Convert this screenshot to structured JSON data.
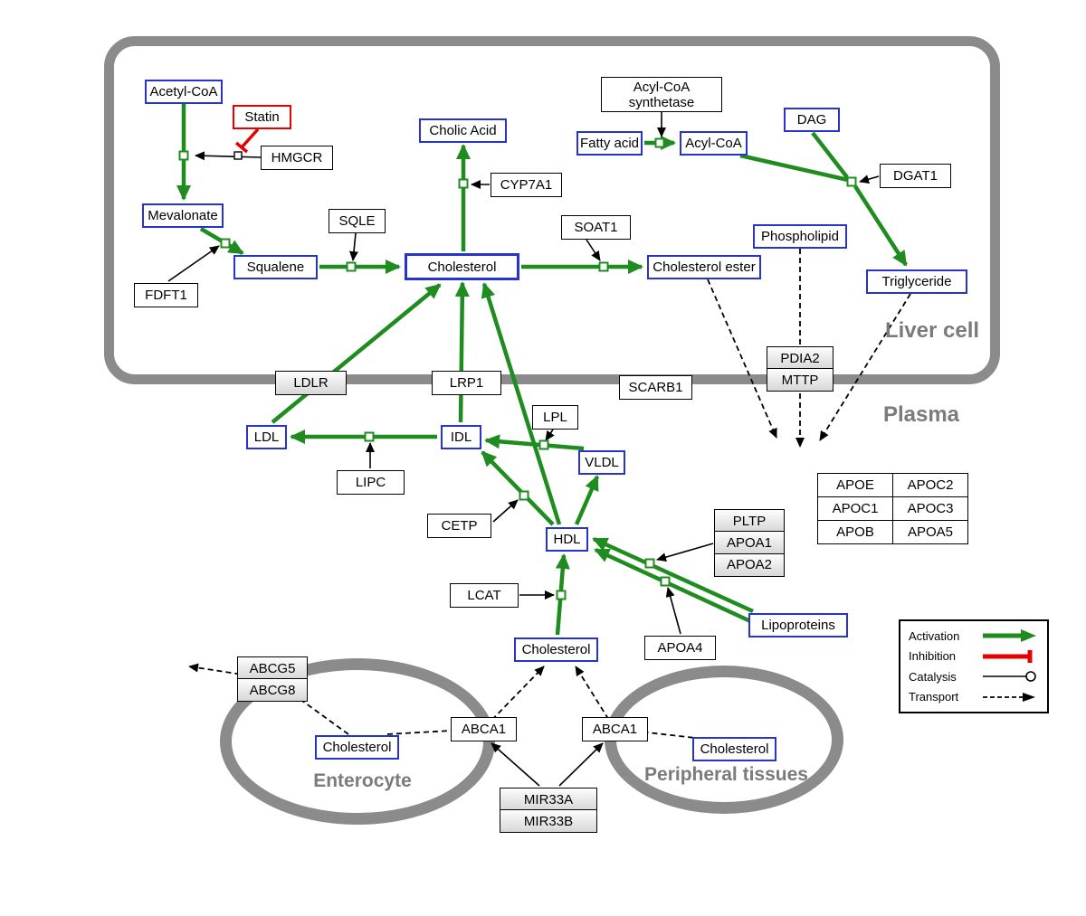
{
  "colors": {
    "activation_green": "#1e8c1e",
    "inhibition_red": "#e60000",
    "metabolite_border_blue": "#2633cc",
    "compartment_gray": "#8b8b8b",
    "label_gray": "#7b7b7b"
  },
  "compartments": {
    "liver": "Liver cell",
    "plasma": "Plasma",
    "enterocyte": "Enterocyte",
    "peripheral": "Peripheral tissues"
  },
  "nodes": {
    "acetyl_coa": "Acetyl-CoA",
    "statin": "Statin",
    "hmgcr": "HMGCR",
    "mevalonate": "Mevalonate",
    "fdft1": "FDFT1",
    "squalene": "Squalene",
    "sqle": "SQLE",
    "cholesterol_liver": "Cholesterol",
    "cholic_acid": "Cholic Acid",
    "cyp7a1": "CYP7A1",
    "soat1": "SOAT1",
    "cholesterol_ester": "Cholesterol ester",
    "acyl_synthetase_line1": "Acyl-CoA",
    "acyl_synthetase_line2": "synthetase",
    "fatty_acid": "Fatty acid",
    "acyl_coa": "Acyl-CoA",
    "dag": "DAG",
    "dgat1": "DGAT1",
    "phospholipid": "Phospholipid",
    "triglyceride": "Triglyceride",
    "pdia2": "PDIA2",
    "mttp": "MTTP",
    "ldlr": "LDLR",
    "lrp1": "LRP1",
    "scarb1": "SCARB1",
    "ldl": "LDL",
    "idl": "IDL",
    "vldl": "VLDL",
    "lpl": "LPL",
    "lipc": "LIPC",
    "cetp": "CETP",
    "hdl": "HDL",
    "lcat": "LCAT",
    "pltp": "PLTP",
    "apoa1": "APOA1",
    "apoa2": "APOA2",
    "apoa4": "APOA4",
    "lipoproteins": "Lipoproteins",
    "cholesterol_plasma": "Cholesterol",
    "abcg5": "ABCG5",
    "abcg8": "ABCG8",
    "cholesterol_enterocyte": "Cholesterol",
    "abca1_left": "ABCA1",
    "abca1_right": "ABCA1",
    "cholesterol_peripheral": "Cholesterol",
    "mir33a": "MIR33A",
    "mir33b": "MIR33B"
  },
  "apo_table": {
    "rows": [
      [
        "APOE",
        "APOC2"
      ],
      [
        "APOC1",
        "APOC3"
      ],
      [
        "APOB",
        "APOA5"
      ]
    ]
  },
  "legend": {
    "activation": "Activation",
    "inhibition": "Inhibition",
    "catalysis": "Catalysis",
    "transport": "Transport"
  }
}
